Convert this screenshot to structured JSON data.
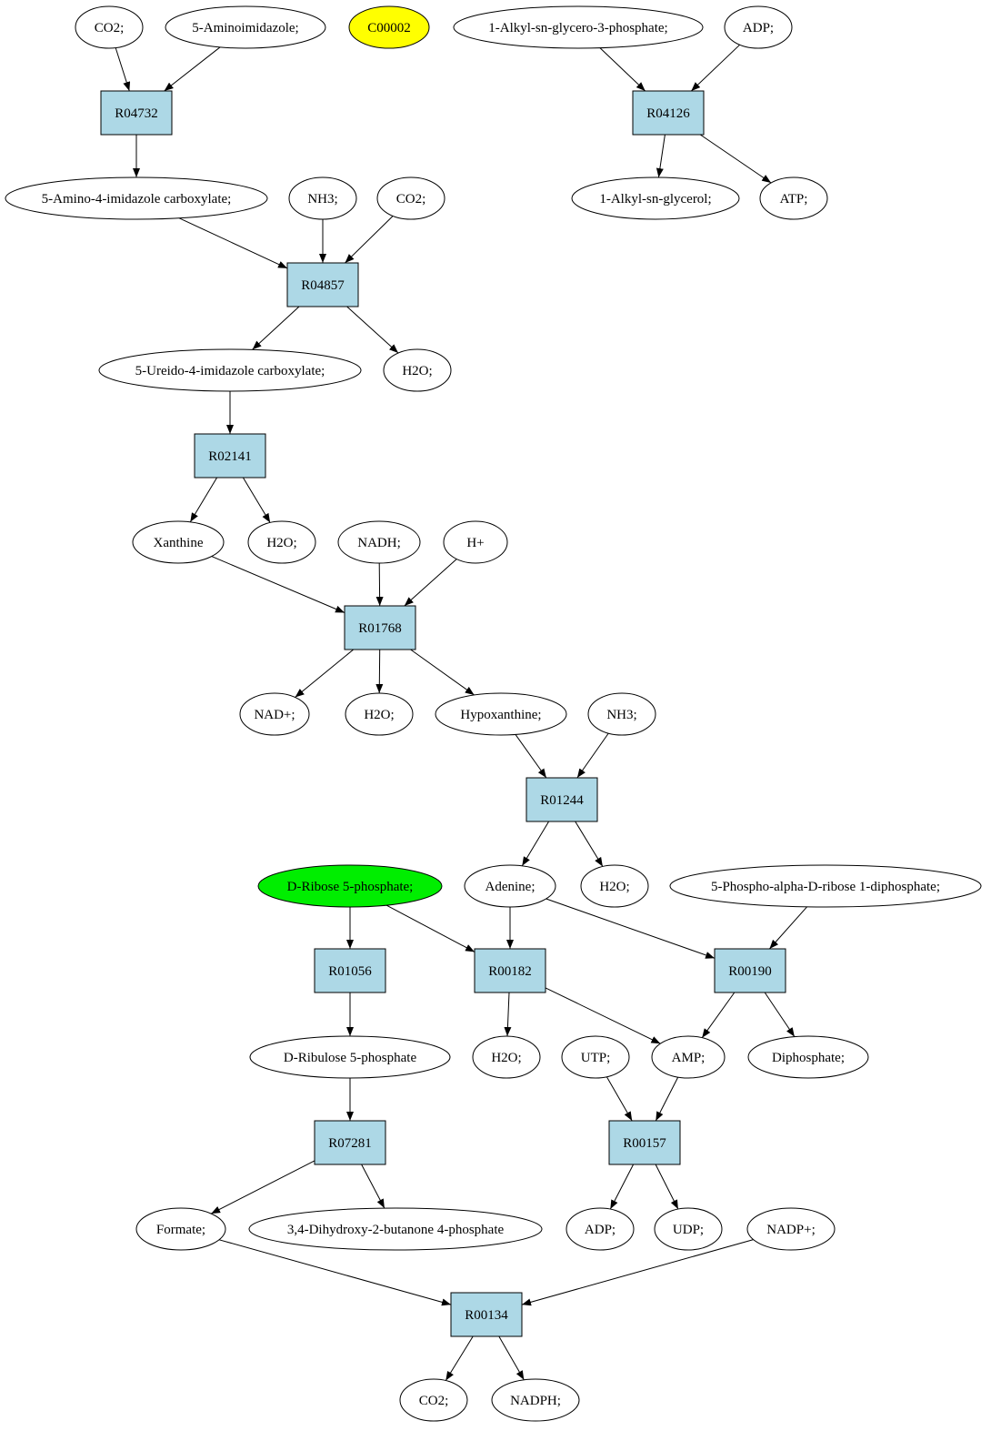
{
  "compounds": [
    {
      "id": "c_co2_top",
      "label": "CO2;"
    },
    {
      "id": "c_aminoimidazole",
      "label": "5-Aminoimidazole;"
    },
    {
      "id": "c_c00002",
      "label": "C00002",
      "highlight": "#ffff00"
    },
    {
      "id": "c_alkyl_g3p",
      "label": "1-Alkyl-sn-glycero-3-phosphate;"
    },
    {
      "id": "c_adp_top",
      "label": "ADP;"
    },
    {
      "id": "c_amino_imid_carb",
      "label": "5-Amino-4-imidazole carboxylate;"
    },
    {
      "id": "c_nh3_a",
      "label": "NH3;"
    },
    {
      "id": "c_co2_b",
      "label": "CO2;"
    },
    {
      "id": "c_alkyl_glycerol",
      "label": "1-Alkyl-sn-glycerol;"
    },
    {
      "id": "c_atp",
      "label": "ATP;"
    },
    {
      "id": "c_ureido",
      "label": "5-Ureido-4-imidazole carboxylate;"
    },
    {
      "id": "c_h2o_a",
      "label": "H2O;"
    },
    {
      "id": "c_xanthine",
      "label": "Xanthine"
    },
    {
      "id": "c_h2o_b",
      "label": "H2O;"
    },
    {
      "id": "c_nadh",
      "label": "NADH;"
    },
    {
      "id": "c_hplus",
      "label": "H+"
    },
    {
      "id": "c_nadplus",
      "label": "NAD+;"
    },
    {
      "id": "c_h2o_c",
      "label": "H2O;"
    },
    {
      "id": "c_hypoxanthine",
      "label": "Hypoxanthine;"
    },
    {
      "id": "c_nh3_b",
      "label": "NH3;"
    },
    {
      "id": "c_ribose5p",
      "label": "D-Ribose 5-phosphate;",
      "highlight": "#00ee00"
    },
    {
      "id": "c_adenine",
      "label": "Adenine;"
    },
    {
      "id": "c_h2o_d",
      "label": "H2O;"
    },
    {
      "id": "c_prpp",
      "label": "5-Phospho-alpha-D-ribose 1-diphosphate;"
    },
    {
      "id": "c_ribulose5p",
      "label": "D-Ribulose 5-phosphate"
    },
    {
      "id": "c_h2o_e",
      "label": "H2O;"
    },
    {
      "id": "c_utp",
      "label": "UTP;"
    },
    {
      "id": "c_amp",
      "label": "AMP;"
    },
    {
      "id": "c_diphosphate",
      "label": "Diphosphate;"
    },
    {
      "id": "c_formate",
      "label": "Formate;"
    },
    {
      "id": "c_dhbp",
      "label": "3,4-Dihydroxy-2-butanone 4-phosphate"
    },
    {
      "id": "c_adp_b",
      "label": "ADP;"
    },
    {
      "id": "c_udp",
      "label": "UDP;"
    },
    {
      "id": "c_nadpplus",
      "label": "NADP+;"
    },
    {
      "id": "c_co2_c",
      "label": "CO2;"
    },
    {
      "id": "c_nadph",
      "label": "NADPH;"
    }
  ],
  "reactions": [
    {
      "id": "r_R04732",
      "label": "R04732"
    },
    {
      "id": "r_R04126",
      "label": "R04126"
    },
    {
      "id": "r_R04857",
      "label": "R04857"
    },
    {
      "id": "r_R02141",
      "label": "R02141"
    },
    {
      "id": "r_R01768",
      "label": "R01768"
    },
    {
      "id": "r_R01244",
      "label": "R01244"
    },
    {
      "id": "r_R01056",
      "label": "R01056"
    },
    {
      "id": "r_R00182",
      "label": "R00182"
    },
    {
      "id": "r_R00190",
      "label": "R00190"
    },
    {
      "id": "r_R07281",
      "label": "R07281"
    },
    {
      "id": "r_R00157",
      "label": "R00157"
    },
    {
      "id": "r_R00134",
      "label": "R00134"
    }
  ],
  "edges": [
    [
      "c_co2_top",
      "r_R04732"
    ],
    [
      "c_aminoimidazole",
      "r_R04732"
    ],
    [
      "r_R04732",
      "c_amino_imid_carb"
    ],
    [
      "c_alkyl_g3p",
      "r_R04126"
    ],
    [
      "c_adp_top",
      "r_R04126"
    ],
    [
      "r_R04126",
      "c_alkyl_glycerol"
    ],
    [
      "r_R04126",
      "c_atp"
    ],
    [
      "c_amino_imid_carb",
      "r_R04857"
    ],
    [
      "c_nh3_a",
      "r_R04857"
    ],
    [
      "c_co2_b",
      "r_R04857"
    ],
    [
      "r_R04857",
      "c_ureido"
    ],
    [
      "r_R04857",
      "c_h2o_a"
    ],
    [
      "c_ureido",
      "r_R02141"
    ],
    [
      "r_R02141",
      "c_xanthine"
    ],
    [
      "r_R02141",
      "c_h2o_b"
    ],
    [
      "c_xanthine",
      "r_R01768"
    ],
    [
      "c_nadh",
      "r_R01768"
    ],
    [
      "c_hplus",
      "r_R01768"
    ],
    [
      "r_R01768",
      "c_nadplus"
    ],
    [
      "r_R01768",
      "c_h2o_c"
    ],
    [
      "r_R01768",
      "c_hypoxanthine"
    ],
    [
      "c_hypoxanthine",
      "r_R01244"
    ],
    [
      "c_nh3_b",
      "r_R01244"
    ],
    [
      "r_R01244",
      "c_adenine"
    ],
    [
      "r_R01244",
      "c_h2o_d"
    ],
    [
      "c_ribose5p",
      "r_R01056"
    ],
    [
      "c_ribose5p",
      "r_R00182"
    ],
    [
      "c_adenine",
      "r_R00182"
    ],
    [
      "c_adenine",
      "r_R00190"
    ],
    [
      "c_prpp",
      "r_R00190"
    ],
    [
      "r_R01056",
      "c_ribulose5p"
    ],
    [
      "r_R00182",
      "c_h2o_e"
    ],
    [
      "r_R00182",
      "c_amp"
    ],
    [
      "r_R00190",
      "c_amp"
    ],
    [
      "r_R00190",
      "c_diphosphate"
    ],
    [
      "c_ribulose5p",
      "r_R07281"
    ],
    [
      "c_utp",
      "r_R00157"
    ],
    [
      "c_amp",
      "r_R00157"
    ],
    [
      "r_R07281",
      "c_formate"
    ],
    [
      "r_R07281",
      "c_dhbp"
    ],
    [
      "r_R00157",
      "c_adp_b"
    ],
    [
      "r_R00157",
      "c_udp"
    ],
    [
      "c_formate",
      "r_R00134"
    ],
    [
      "c_nadpplus",
      "r_R00134"
    ],
    [
      "r_R00134",
      "c_co2_c"
    ],
    [
      "r_R00134",
      "c_nadph"
    ]
  ]
}
